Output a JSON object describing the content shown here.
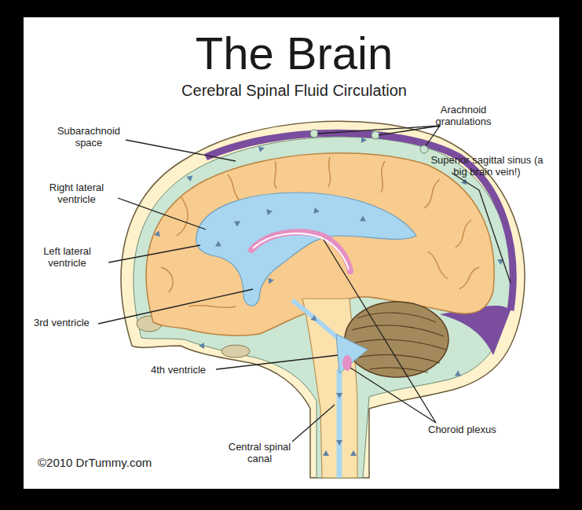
{
  "diagram": {
    "title": "The Brain",
    "labels": [
      "Cerebral Spinal Fluid Circulation",
      "Subarachnoid space",
      "Arachnoid granulations",
      "Superior sagittal sinus (a big brain vein!)",
      "Right lateral ventricle",
      "Left lateral ventricle",
      "3rd ventricle",
      "4th ventricle",
      "Choroid plexus",
      "Central spinal canal",
      "©2010 DrTummy.com"
    ]
  }
}
